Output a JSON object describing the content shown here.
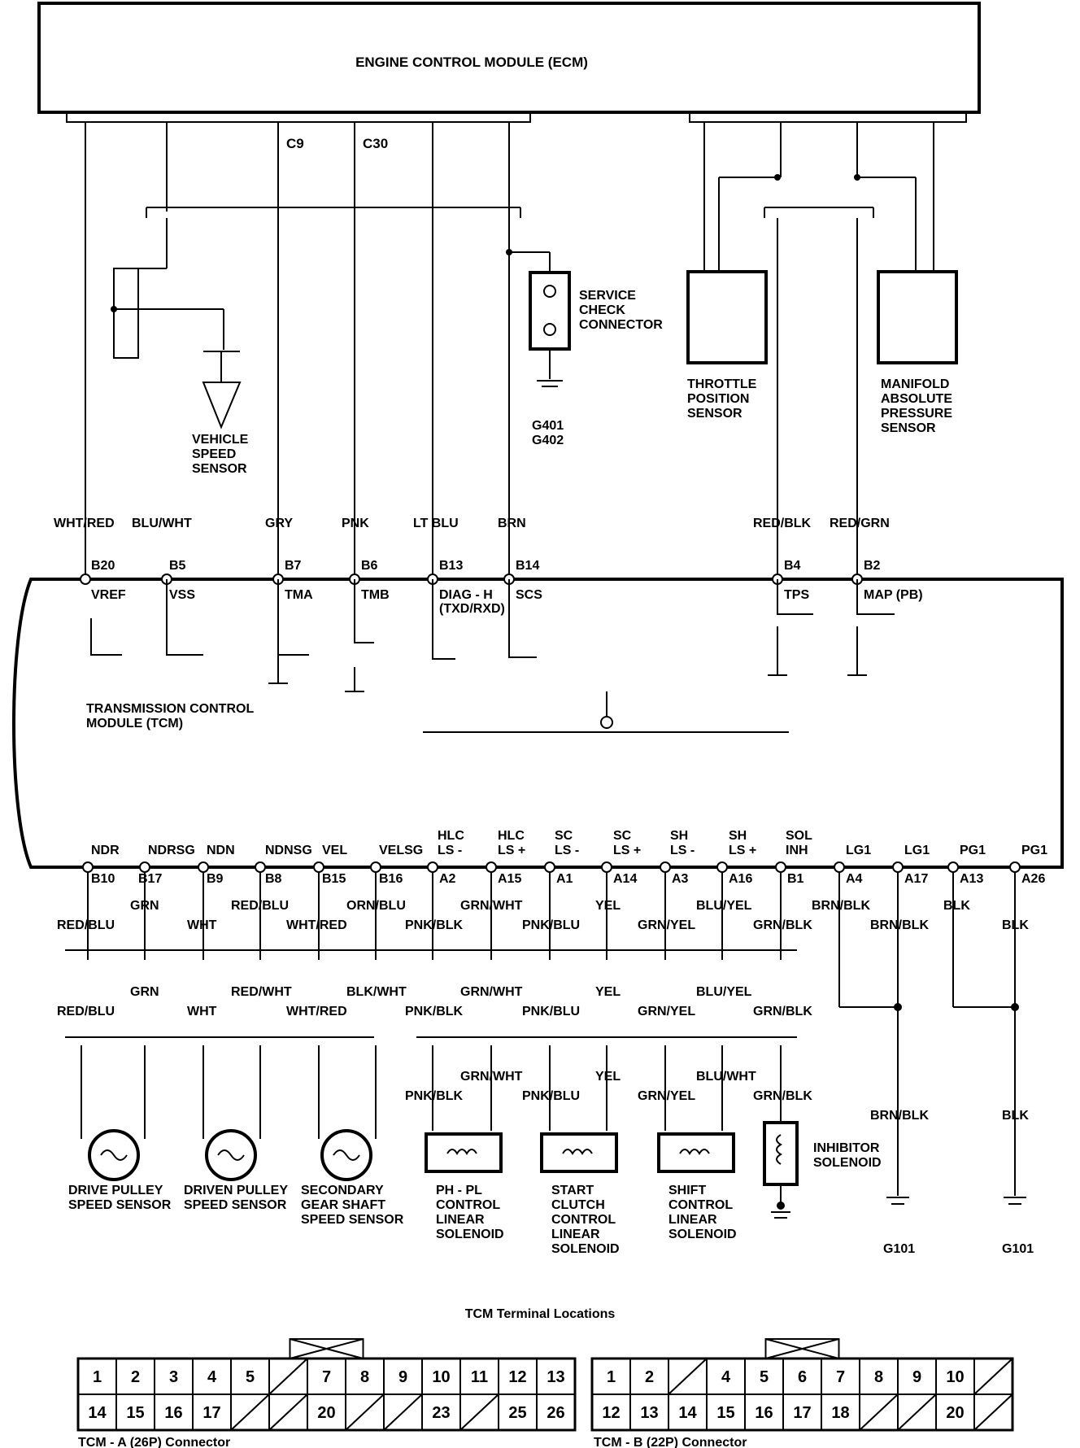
{
  "ecm": {
    "title": "ENGINE CONTROL MODULE (ECM)",
    "pin_c9": "C9",
    "pin_c30": "C30"
  },
  "tcm": {
    "title_line1": "TRANSMISSION CONTROL",
    "title_line2": "MODULE (TCM)"
  },
  "service_check": {
    "line1": "SERVICE",
    "line2": "CHECK",
    "line3": "CONNECTOR",
    "ground1": "G401",
    "ground2": "G402"
  },
  "vss": {
    "line1": "VEHICLE",
    "line2": "SPEED",
    "line3": "SENSOR"
  },
  "tps": {
    "line1": "THROTTLE",
    "line2": "POSITION",
    "line3": "SENSOR"
  },
  "map": {
    "line1": "MANIFOLD",
    "line2": "ABSOLUTE",
    "line3": "PRESSURE",
    "line4": "SENSOR"
  },
  "top_wires": [
    {
      "color": "WHT/RED",
      "pin": "B20",
      "sig": "VREF"
    },
    {
      "color": "BLU/WHT",
      "pin": "B5",
      "sig": "VSS"
    },
    {
      "color": "GRY",
      "pin": "B7",
      "sig": "TMA"
    },
    {
      "color": "PNK",
      "pin": "B6",
      "sig": "TMB"
    },
    {
      "color": "LT BLU",
      "pin": "B13",
      "sig": "DIAG - H"
    },
    {
      "color": "BRN",
      "pin": "B14",
      "sig": "SCS"
    },
    {
      "color": "RED/BLK",
      "pin": "B4",
      "sig": "TPS"
    },
    {
      "color": "RED/GRN",
      "pin": "B2",
      "sig": "MAP (PB)"
    }
  ],
  "diag_sub": "(TXD/RXD)",
  "bottom_wires": [
    {
      "sig": "NDR",
      "pin": "B10"
    },
    {
      "sig": "NDRSG",
      "pin": "B17"
    },
    {
      "sig": "NDN",
      "pin": "B9"
    },
    {
      "sig": "NDNSG",
      "pin": "B8"
    },
    {
      "sig": "VEL",
      "pin": "B15"
    },
    {
      "sig": "VELSG",
      "pin": "B16"
    },
    {
      "sig": "HLC",
      "sig2": "LS -",
      "pin": "A2"
    },
    {
      "sig": "HLC",
      "sig2": "LS +",
      "pin": "A15"
    },
    {
      "sig": "SC",
      "sig2": "LS -",
      "pin": "A1"
    },
    {
      "sig": "SC",
      "sig2": "LS +",
      "pin": "A14"
    },
    {
      "sig": "SH",
      "sig2": "LS -",
      "pin": "A3"
    },
    {
      "sig": "SH",
      "sig2": "LS +",
      "pin": "A16"
    },
    {
      "sig": "SOL",
      "sig2": "INH",
      "pin": "B1"
    },
    {
      "sig": "LG1",
      "pin": "A4"
    },
    {
      "sig": "LG1",
      "pin": "A17"
    },
    {
      "sig": "PG1",
      "pin": "A13"
    },
    {
      "sig": "PG1",
      "pin": "A26"
    }
  ],
  "wire_colors_row1": [
    "RED/BLU",
    "GRN",
    "WHT",
    "RED/BLU",
    "WHT/RED",
    "ORN/BLU",
    "PNK/BLK",
    "GRN/WHT",
    "PNK/BLU",
    "YEL",
    "GRN/YEL",
    "BLU/YEL",
    "GRN/BLK",
    "BRN/BLK",
    "BRN/BLK",
    "BLK",
    "BLK"
  ],
  "wire_colors_row2": [
    "RED/BLU",
    "GRN",
    "WHT",
    "RED/WHT",
    "WHT/RED",
    "BLK/WHT",
    "PNK/BLK",
    "GRN/WHT",
    "PNK/BLU",
    "YEL",
    "GRN/YEL",
    "BLU/YEL",
    "GRN/BLK"
  ],
  "wire_colors_row3": [
    "PNK/BLK",
    "GRN/WHT",
    "PNK/BLU",
    "YEL",
    "GRN/YEL",
    "BLU/WHT",
    "GRN/BLK"
  ],
  "ground_g101_color1": "BRN/BLK",
  "ground_g101_color2": "BLK",
  "ground_g101": "G101",
  "drive_pulley": {
    "line1": "DRIVE PULLEY",
    "line2": "SPEED SENSOR"
  },
  "driven_pulley": {
    "line1": "DRIVEN PULLEY",
    "line2": "SPEED SENSOR"
  },
  "secondary_gear": {
    "line1": "SECONDARY",
    "line2": "GEAR SHAFT",
    "line3": "SPEED SENSOR"
  },
  "ph_pl": {
    "line1": "PH - PL",
    "line2": "CONTROL",
    "line3": "LINEAR",
    "line4": "SOLENOID"
  },
  "start_clutch": {
    "line1": "START",
    "line2": "CLUTCH",
    "line3": "CONTROL",
    "line4": "LINEAR",
    "line5": "SOLENOID"
  },
  "shift_control": {
    "line1": "SHIFT",
    "line2": "CONTROL",
    "line3": "LINEAR",
    "line4": "SOLENOID"
  },
  "inhibitor": {
    "line1": "INHIBITOR",
    "line2": "SOLENOID"
  },
  "terminal_title": "TCM Terminal Locations",
  "connector_a": {
    "caption": "TCM - A (26P) Connector",
    "row1": [
      "1",
      "2",
      "3",
      "4",
      "5",
      "",
      "7",
      "8",
      "9",
      "10",
      "11",
      "12",
      "13"
    ],
    "row2": [
      "14",
      "15",
      "16",
      "17",
      "",
      "",
      "20",
      "",
      "",
      "23",
      "",
      "25",
      "26"
    ]
  },
  "connector_b": {
    "caption": "TCM - B (22P) Connector",
    "row1": [
      "1",
      "2",
      "",
      "4",
      "5",
      "6",
      "7",
      "8",
      "9",
      "10",
      ""
    ],
    "row2": [
      "12",
      "13",
      "14",
      "15",
      "16",
      "17",
      "18",
      "",
      "",
      "20",
      ""
    ]
  }
}
